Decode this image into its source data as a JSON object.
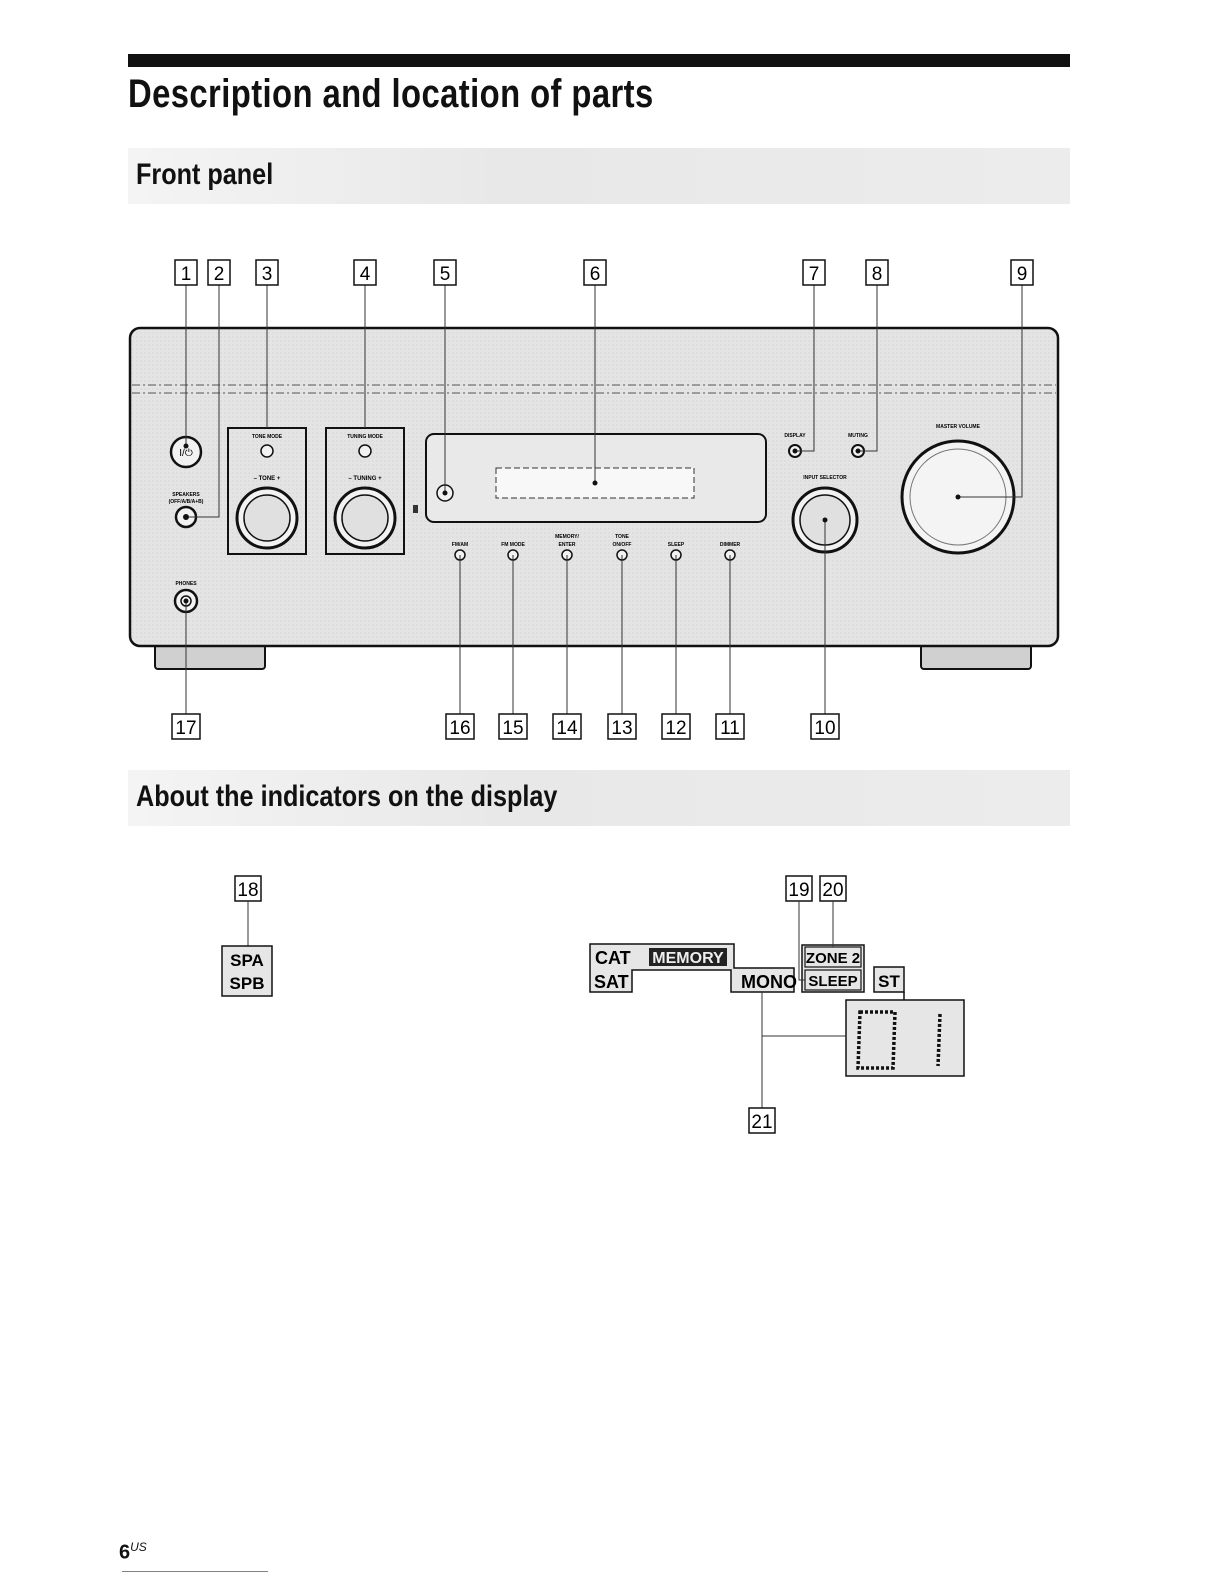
{
  "page": {
    "title": "Description and location of parts",
    "page_number": "6",
    "page_suffix": "US"
  },
  "sections": {
    "front_panel": "Front panel",
    "indicators": "About the indicators on the display"
  },
  "callouts": [
    "1",
    "2",
    "3",
    "4",
    "5",
    "6",
    "7",
    "8",
    "9",
    "10",
    "11",
    "12",
    "13",
    "14",
    "15",
    "16",
    "17",
    "18",
    "19",
    "20",
    "21"
  ],
  "panel_labels": {
    "tone_mode": "TONE MODE",
    "tone": "–  TONE  +",
    "tuning_mode": "TUNING MODE",
    "tuning": "–  TUNING  +",
    "speakers": "SPEAKERS",
    "speakers_sub": "(OFF/A/B/A+B)",
    "phones": "PHONES",
    "display": "DISPLAY",
    "muting": "MUTING",
    "master_volume": "MASTER VOLUME",
    "input_selector": "INPUT SELECTOR",
    "fm_am": "FM/AM",
    "fm_mode": "FM MODE",
    "memory_enter_1": "MEMORY/",
    "memory_enter_2": "ENTER",
    "tone_onoff_1": "TONE",
    "tone_onoff_2": "ON/OFF",
    "sleep": "SLEEP",
    "dimmer": "DIMMER",
    "power_symbol": "I/⏻"
  },
  "display_indicators": {
    "spa": "SPA",
    "spb": "SPB",
    "cat": "CAT",
    "memory": "MEMORY",
    "sat": "SAT",
    "mono": "MONO",
    "zone2": "ZONE 2",
    "sleep": "SLEEP",
    "st": "ST",
    "digits": "01"
  },
  "colors": {
    "panel_fill": "#e6e6e6",
    "ink": "#111111",
    "band": "#ececec"
  }
}
